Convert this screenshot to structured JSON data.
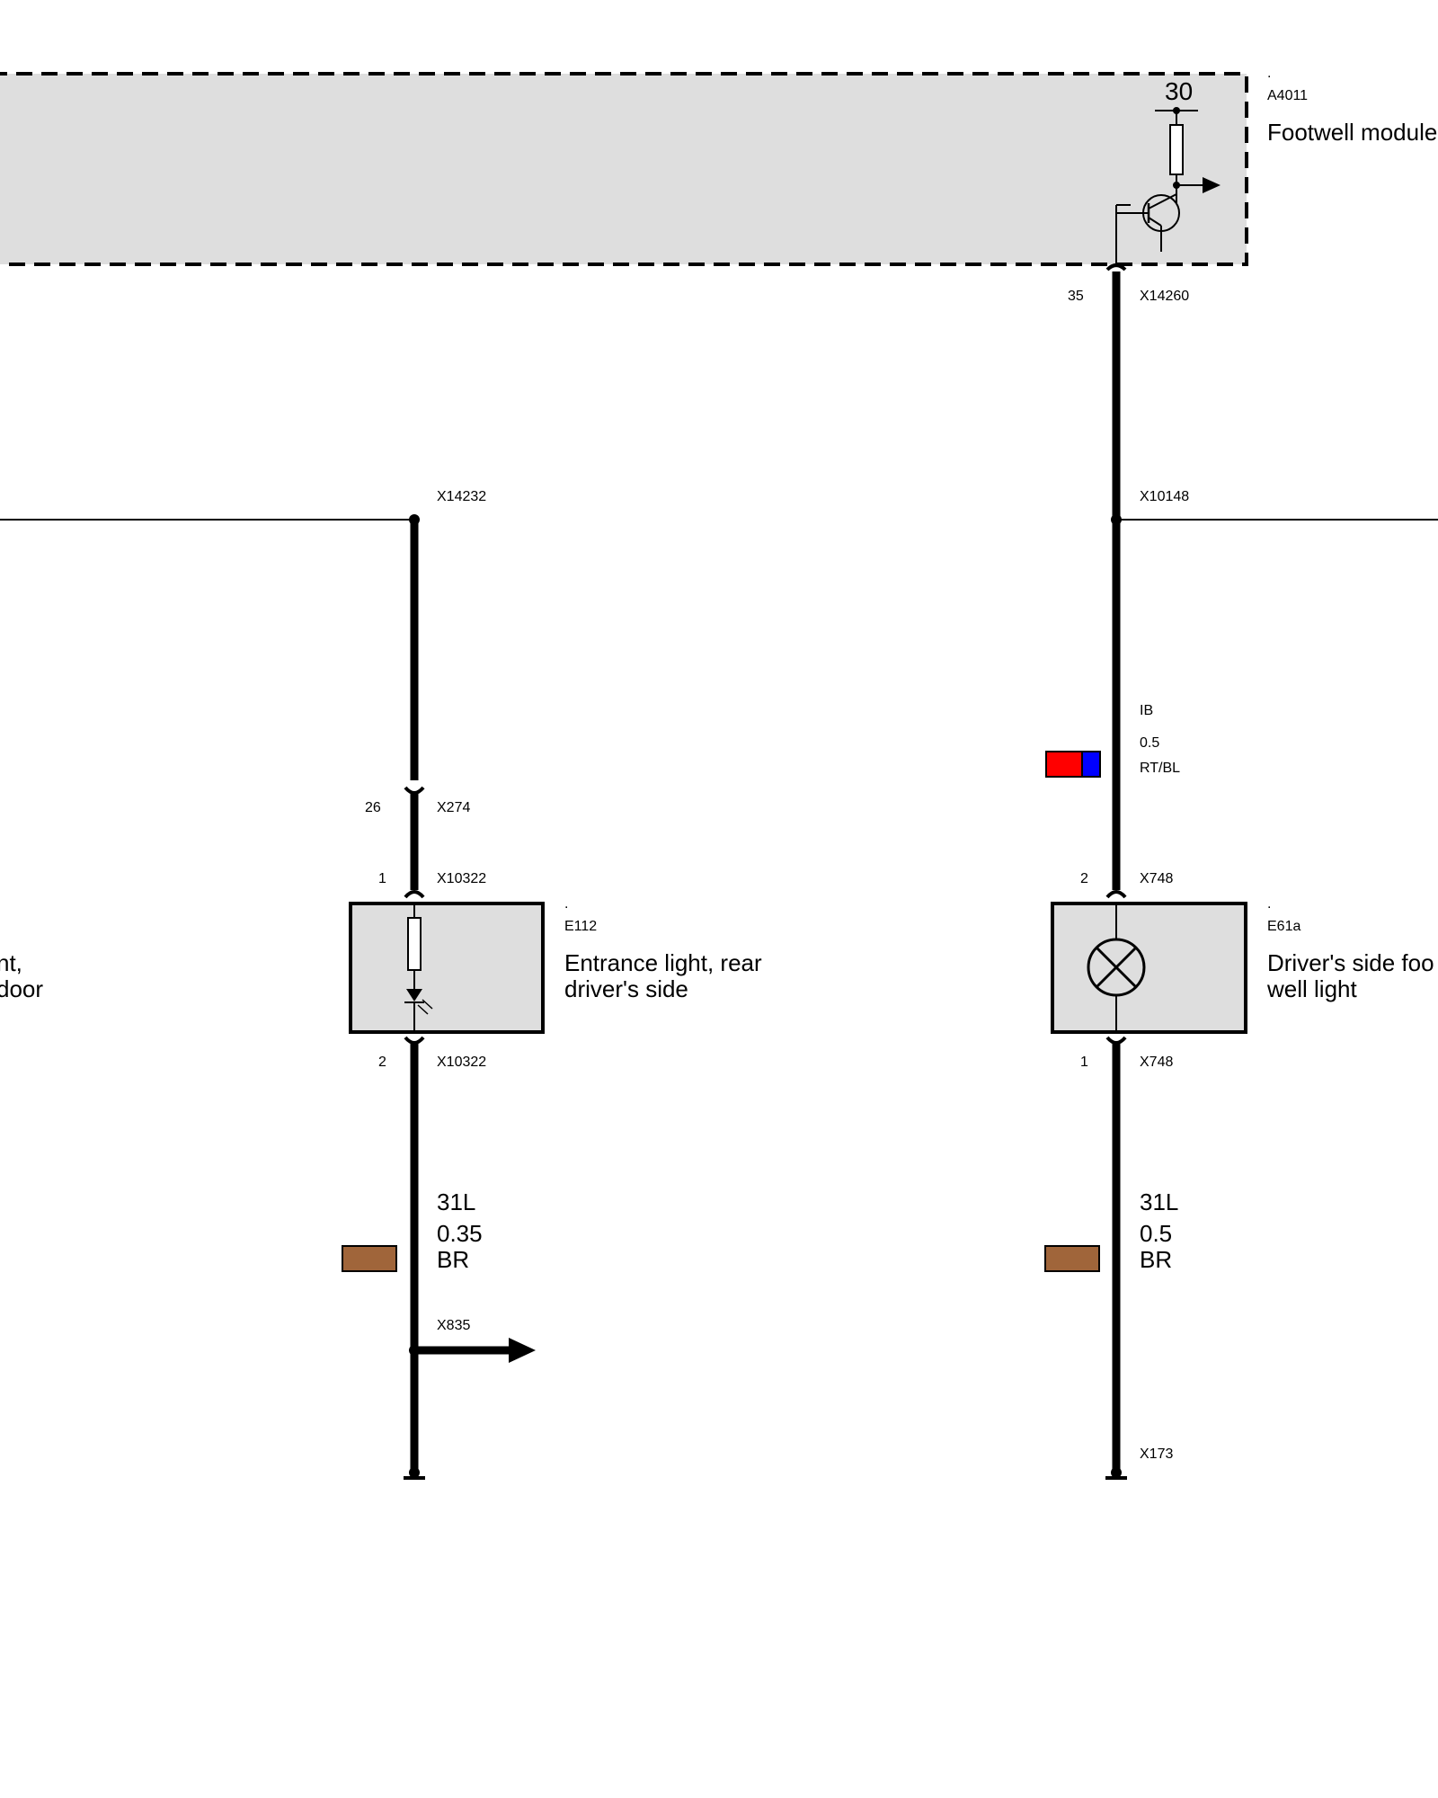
{
  "footwell_module": {
    "dot": ".",
    "ref": "A4011",
    "name": "Footwell module",
    "terminal": "30",
    "pin": "35",
    "connector": "X14260"
  },
  "left_branch": {
    "splice": "X14232",
    "plug_pin": "26",
    "plug": "X274",
    "component": {
      "top_pin": "1",
      "top_connector": "X10322",
      "dot": ".",
      "ref": "E112",
      "name_line1": "Entrance light, rear",
      "name_line2": "driver's side",
      "bottom_pin": "2",
      "bottom_connector": "X10322"
    },
    "ground_wire": {
      "signal": "31L",
      "size": "0.35",
      "color_code": "BR",
      "color": "#a0653a"
    },
    "branch_connector": "X835"
  },
  "right_branch": {
    "splice": "X10148",
    "wire": {
      "signal": "IB",
      "size": "0.5",
      "color_code": "RT/BL",
      "color1": "#ff0000",
      "color2": "#0000ff"
    },
    "component": {
      "top_pin": "2",
      "top_connector": "X748",
      "dot": ".",
      "ref": "E61a",
      "name_line1": "Driver's side foo",
      "name_line2": "well light",
      "bottom_pin": "1",
      "bottom_connector": "X748"
    },
    "ground_wire": {
      "signal": "31L",
      "size": "0.5",
      "color_code": "BR",
      "color": "#a0653a"
    },
    "ground_connector": "X173"
  },
  "offscreen_left_component": {
    "name_line1": "nt,",
    "name_line2": "door"
  }
}
